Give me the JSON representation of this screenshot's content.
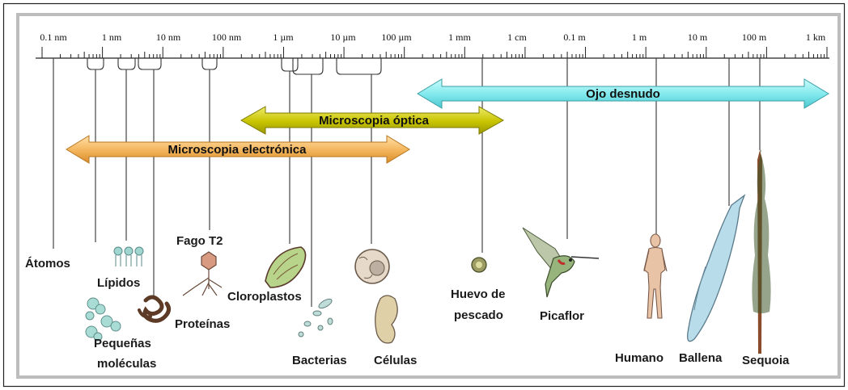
{
  "scale": {
    "ticks": [
      "0.1 nm",
      "1 nm",
      "10 nm",
      "100 nm",
      "1 µm",
      "10 µm",
      "100 µm",
      "1 mm",
      "1 cm",
      "0.1 m",
      "1 m",
      "10 m",
      "100 m",
      "1 km"
    ]
  },
  "ranges": {
    "naked_eye": "Ojo desnudo",
    "optical": "Microscopia óptica",
    "electron": "Microscopia electrónica"
  },
  "labels": {
    "atoms": "Átomos",
    "lipids": "Lípidos",
    "small_molecules_1": "Pequeñas",
    "small_molecules_2": "moléculas",
    "proteins": "Proteínas",
    "phage": "Fago T2",
    "chloroplasts": "Cloroplastos",
    "bacteria": "Bacterias",
    "cells": "Células",
    "fish_egg_1": "Huevo de",
    "fish_egg_2": "pescado",
    "hummingbird": "Picaflor",
    "human": "Humano",
    "whale": "Ballena",
    "sequoia": "Sequoia"
  },
  "colors": {
    "naked_eye": "#7ee8ec",
    "optical": "#c7c400",
    "electron": "#f3b45a"
  }
}
